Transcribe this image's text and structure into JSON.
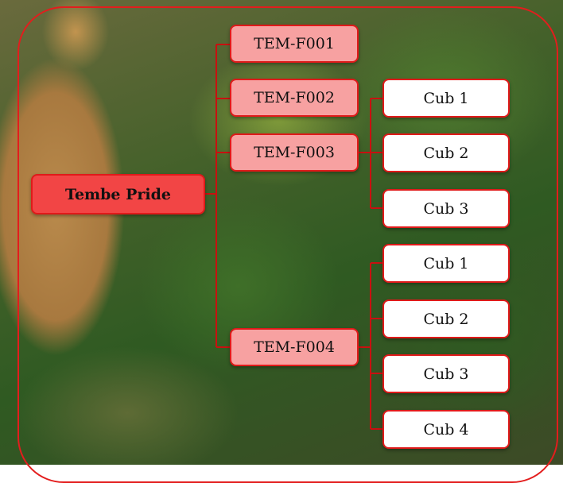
{
  "tree": {
    "root": "Tembe Pride",
    "females": [
      {
        "id": "TEM-F001",
        "cubs": []
      },
      {
        "id": "TEM-F002",
        "cubs": []
      },
      {
        "id": "TEM-F003",
        "cubs": [
          "Cub 1",
          "Cub 2",
          "Cub 3"
        ]
      },
      {
        "id": "TEM-F004",
        "cubs": [
          "Cub 1",
          "Cub 2",
          "Cub 3",
          "Cub 4"
        ]
      }
    ]
  },
  "colors": {
    "accent": "#e01a1a",
    "root_fill": "#f24545",
    "female_fill": "#f7a1a1",
    "cub_fill": "#ffffff"
  }
}
